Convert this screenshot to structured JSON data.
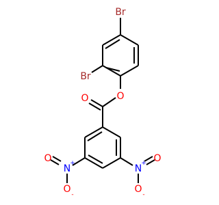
{
  "colors": {
    "bond": "#000000",
    "bromine": "#a52a2a",
    "oxygen": "#ff0000",
    "nitrogen": "#0000ff",
    "background": "#ffffff"
  },
  "atoms": {
    "br_top": "Br",
    "br_left": "Br",
    "o_ester": "O",
    "o_carbonyl": "O",
    "n_left": "N",
    "n_left_charge": "+",
    "o_left_double": "O",
    "o_left_single": "O",
    "o_left_charge": "-",
    "n_right": "N",
    "n_right_charge": "+",
    "o_right_double": "O",
    "o_right_single": "O",
    "o_right_charge": "-"
  }
}
